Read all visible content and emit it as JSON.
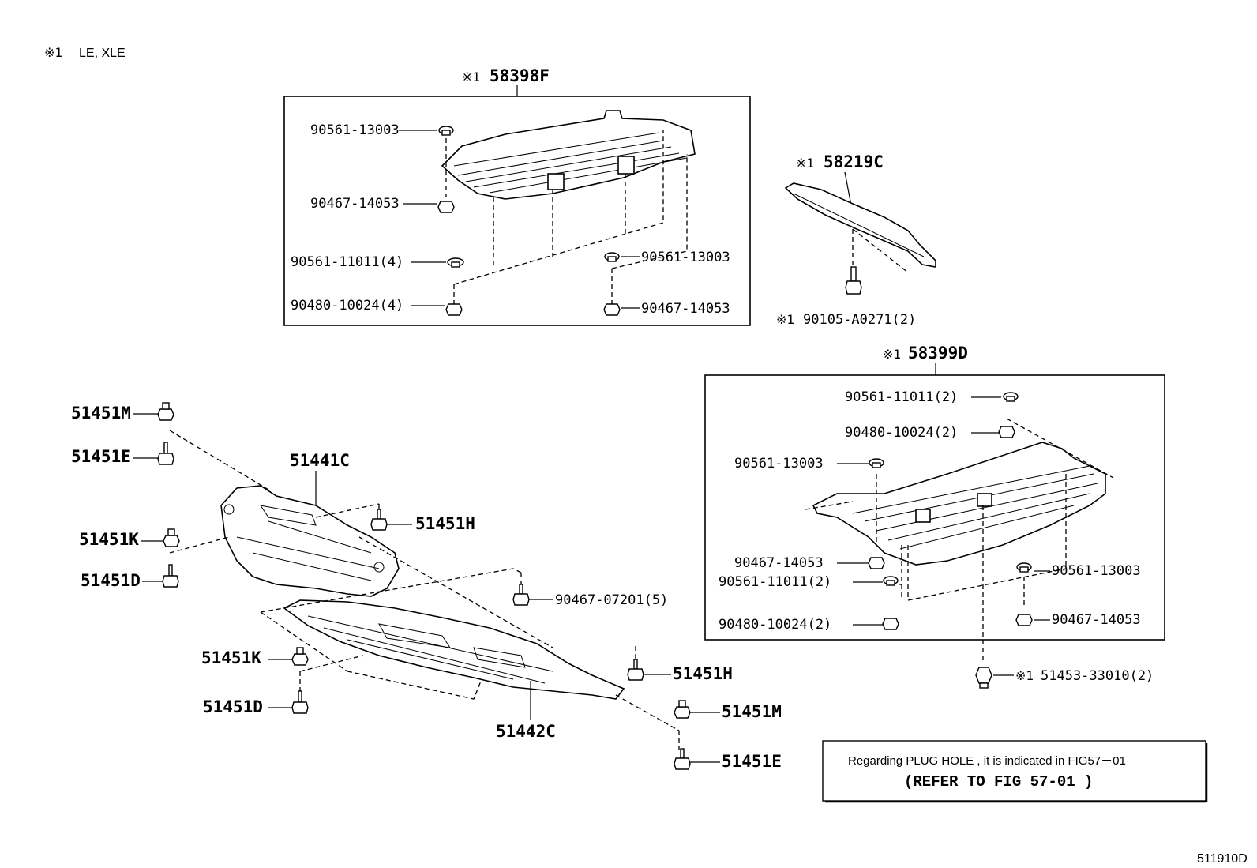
{
  "variant_note": {
    "mark": "※1",
    "text": "LE, XLE"
  },
  "figure_id": "511910D",
  "groups": {
    "rear_cover_box": {
      "mark": "※1",
      "part": "58398F"
    },
    "bracket": {
      "mark": "※1",
      "part": "58219C"
    },
    "front_cover_box": {
      "mark": "※1",
      "part": "58399D"
    }
  },
  "rear_cover_fasteners": {
    "clip_top": "90561-13003",
    "nut_top": "90467-14053",
    "clip_left": "90561-11011(4)",
    "nut_left": "90480-10024(4)",
    "clip_right": "90561-13003",
    "nut_right": "90467-14053"
  },
  "bracket_bolt": {
    "mark": "※1",
    "part": "90105-A0271(2)"
  },
  "front_cover_fasteners": {
    "clip_a": "90561-11011(2)",
    "nut_a": "90480-10024(2)",
    "clip_b": "90561-13003",
    "nut_b": "90467-14053",
    "clip_c": "90561-11011(2)",
    "nut_c": "90480-10024(2)",
    "clip_d": "90561-13003",
    "nut_d": "90467-14053"
  },
  "front_clip": {
    "mark": "※1",
    "part": "51453-33010(2)"
  },
  "under_covers": {
    "upper": "51441C",
    "lower": "51442C"
  },
  "under_fasteners": {
    "m_top_left": "51451M",
    "e_top_left": "51451E",
    "k_mid_left": "51451K",
    "d_mid_left": "51451D",
    "h_upper": "51451H",
    "screw_center": "90467-07201(5)",
    "k_low_left": "51451K",
    "d_low_left": "51451D",
    "h_right": "51451H",
    "m_right": "51451M",
    "e_right": "51451E"
  },
  "plug_hole_note": {
    "line1": "Regarding  PLUG HOLE , it is  indicated  in  FIG57－01",
    "line2": "(REFER  TO  FIG    57-01     )"
  }
}
